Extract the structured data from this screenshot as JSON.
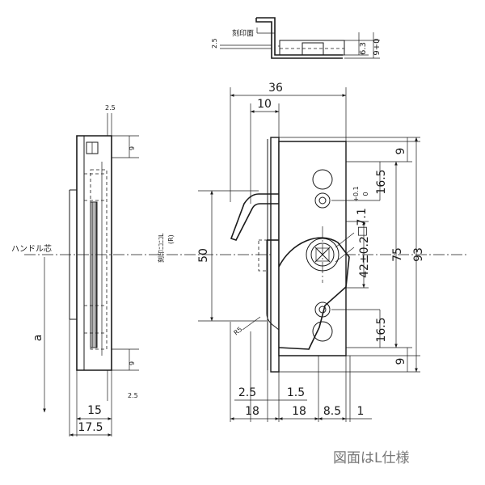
{
  "top_view": {
    "stamp_label": "刻印面",
    "dim_thickness": "2.5",
    "dim_63": "6.3",
    "dim_9_tol": "9+0"
  },
  "side_view": {
    "dim_top_25": "2.5",
    "dim_top_9": "9",
    "dim_bottom_9": "9",
    "dim_bottom_25": "2.5",
    "dim_15": "15",
    "dim_175": "17.5",
    "handle_center_label": "ハンドル芯",
    "dim_a": "a"
  },
  "front_view": {
    "dim_36": "36",
    "dim_10": "10",
    "dim_50": "50",
    "engraving": "刻印ﾆｺﾆｺL",
    "engraving_sub": "(R)",
    "dim_r5": "R5",
    "square_hole": "□7.1",
    "square_tol_plus": "+0.1",
    "square_tol_minus": "0",
    "dim_42": "42±0.2",
    "dim_9_top": "9",
    "dim_165_top": "16.5",
    "dim_75": "75",
    "dim_93": "93",
    "dim_165_bottom": "16.5",
    "dim_9_bottom": "9",
    "dim_25": "2.5",
    "dim_15": "1.5",
    "dim_18a": "18",
    "dim_18b": "18",
    "dim_85": "8.5",
    "dim_1": "1"
  },
  "footer_note": "図面はL仕様"
}
